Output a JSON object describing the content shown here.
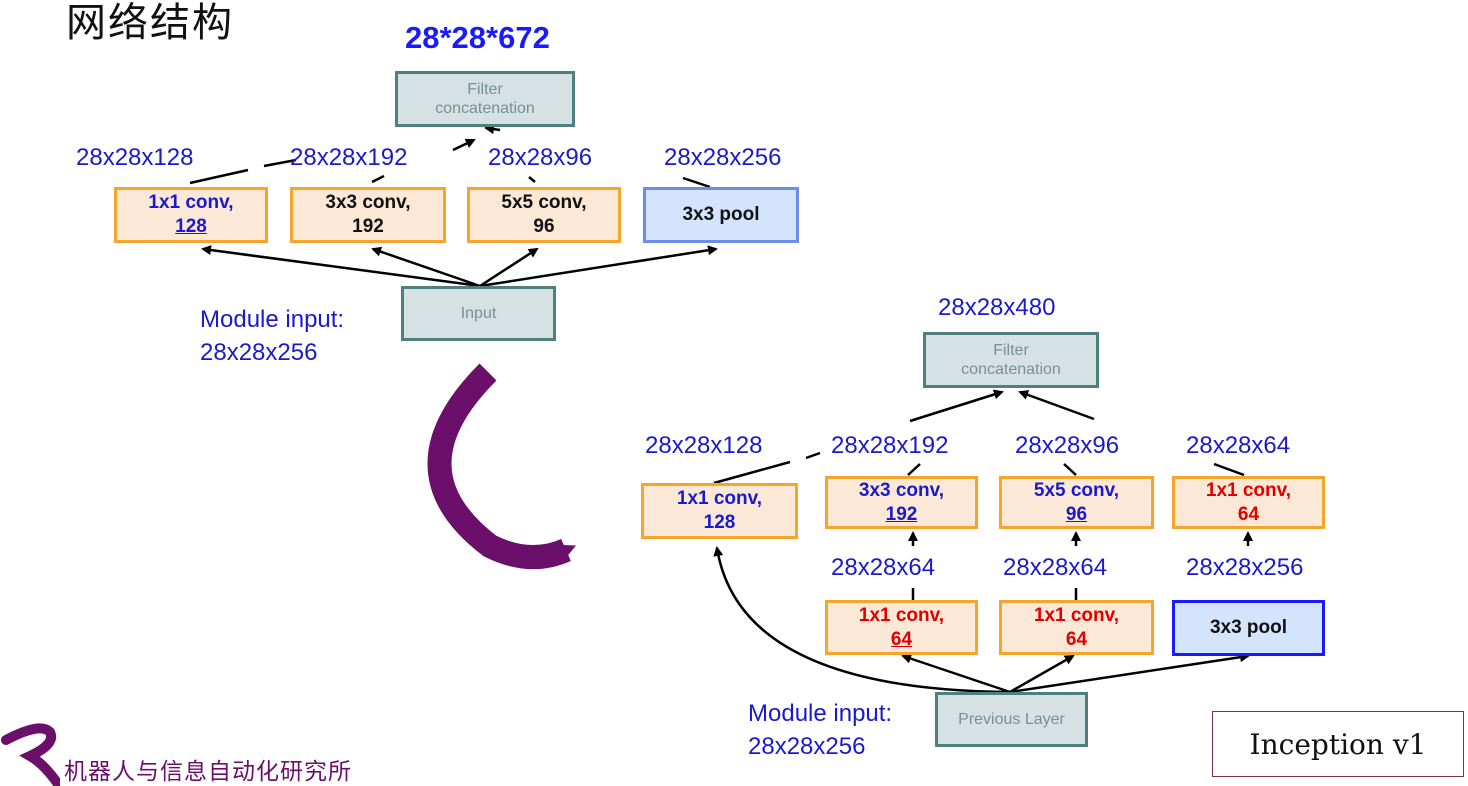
{
  "title": "网络结构",
  "top_output_dim": "28*28*672",
  "diagram1": {
    "filter_concat": [
      "Filter",
      "concatenation"
    ],
    "input": "Input",
    "module_input": [
      "Module input:",
      "28x28x256"
    ],
    "dims": [
      "28x28x128",
      "28x28x192",
      "28x28x96",
      "28x28x256"
    ],
    "conv1": [
      "1x1 conv,",
      "128"
    ],
    "conv3": [
      "3x3 conv,",
      "192"
    ],
    "conv5": [
      "5x5 conv,",
      "96"
    ],
    "pool": "3x3 pool"
  },
  "diagram2": {
    "output_dim": "28x28x480",
    "filter_concat": [
      "Filter",
      "concatenation"
    ],
    "previous_layer": "Previous Layer",
    "module_input": [
      "Module input:",
      "28x28x256"
    ],
    "top_dims": [
      "28x28x128",
      "28x28x192",
      "28x28x96",
      "28x28x64"
    ],
    "mid_dims": [
      "28x28x64",
      "28x28x64",
      "28x28x256"
    ],
    "conv1": [
      "1x1 conv,",
      "128"
    ],
    "conv3": [
      "3x3 conv,",
      "192"
    ],
    "conv5": [
      "5x5 conv,",
      "96"
    ],
    "conv1_proj": [
      "1x1 conv,",
      "64"
    ],
    "reduce3": [
      "1x1 conv,",
      "64"
    ],
    "reduce5": [
      "1x1 conv,",
      "64"
    ],
    "pool": "3x3 pool"
  },
  "caption": "Inception v1",
  "footer": "机器人与信息自动化研究所",
  "colors": {
    "dim_label": "#1a1acc",
    "red_text": "#e00000",
    "orange_border": "#f7a42a",
    "arrow": "#6b0f6b"
  }
}
